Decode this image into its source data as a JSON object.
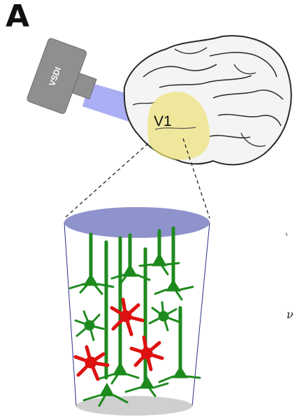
{
  "panel_label": "A",
  "device_label": "VSDI",
  "region_label": "V1",
  "stray_glyph": "ν",
  "colors": {
    "device": "#8f8f8f",
    "light_beam": "#8e93f0",
    "v1_overlay": "#ede27a",
    "brain_fill": "#f4f4f4",
    "brain_outline": "#2a2a2a",
    "column_top": "#8f93cc",
    "column_bottom": "#cfcfcf",
    "excitatory_neuron": "#1e8a1e",
    "inhibitory_neuron": "#dd1111"
  },
  "icons": {
    "brain": "brain-drawing",
    "device": "camera-device-icon"
  }
}
